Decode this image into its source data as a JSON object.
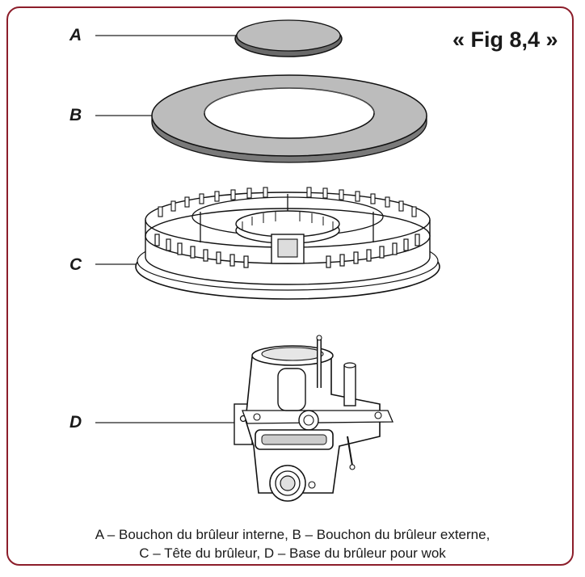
{
  "figure": {
    "title": "« Fig 8,4 »",
    "frame_color": "#8c1d2a"
  },
  "parts": [
    {
      "letter": "A"
    },
    {
      "letter": "B"
    },
    {
      "letter": "C"
    },
    {
      "letter": "D"
    }
  ],
  "caption": {
    "line1": "A – Bouchon du brûleur interne, B – Bouchon du brûleur externe,",
    "line2": "C – Tête du brûleur, D – Base du brûleur pour wok"
  }
}
